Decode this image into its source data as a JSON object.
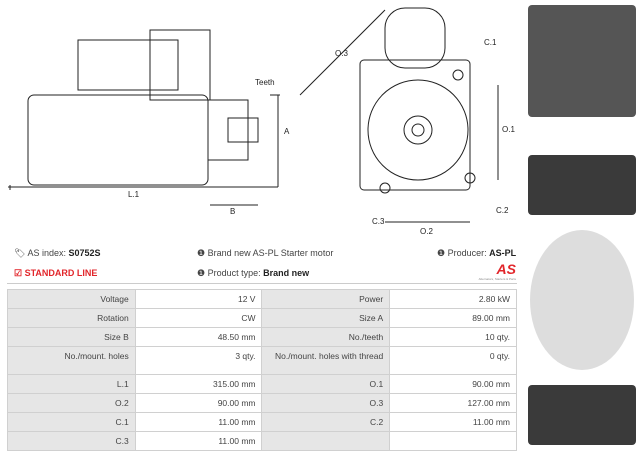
{
  "drawing_labels": {
    "teeth": "Teeth",
    "a": "A",
    "b": "B",
    "l1": "L.1",
    "o1": "O.1",
    "o2": "O.2",
    "o3": "O.3",
    "c1": "C.1",
    "c2": "C.2",
    "c3": "C.3"
  },
  "info": {
    "as_index_label": "AS index:",
    "as_index_value": "S0752S",
    "standard_line": "STANDARD LINE",
    "description": "Brand new AS-PL Starter motor",
    "product_type_label": "Product type:",
    "product_type_value": "Brand new",
    "producer_label": "Producer:",
    "producer_value": "AS-PL",
    "logo_text": "AS",
    "logo_sub": "Alternators, Starters & Parts"
  },
  "colors": {
    "accent": "#e2262b",
    "label_bg": "#e6e6e6"
  },
  "specs": [
    [
      "Voltage",
      "12 V",
      "Power",
      "2.80 kW"
    ],
    [
      "Rotation",
      "CW",
      "Size A",
      "89.00 mm"
    ],
    [
      "Size B",
      "48.50 mm",
      "No./teeth",
      "10 qty."
    ],
    [
      "No./mount. holes",
      "3 qty.",
      "No./mount. holes with thread",
      "0 qty."
    ],
    [
      "L.1",
      "315.00 mm",
      "O.1",
      "90.00 mm"
    ],
    [
      "O.2",
      "90.00 mm",
      "O.3",
      "127.00 mm"
    ],
    [
      "C.1",
      "11.00 mm",
      "C.2",
      "11.00 mm"
    ],
    [
      "C.3",
      "11.00 mm",
      "",
      ""
    ]
  ]
}
